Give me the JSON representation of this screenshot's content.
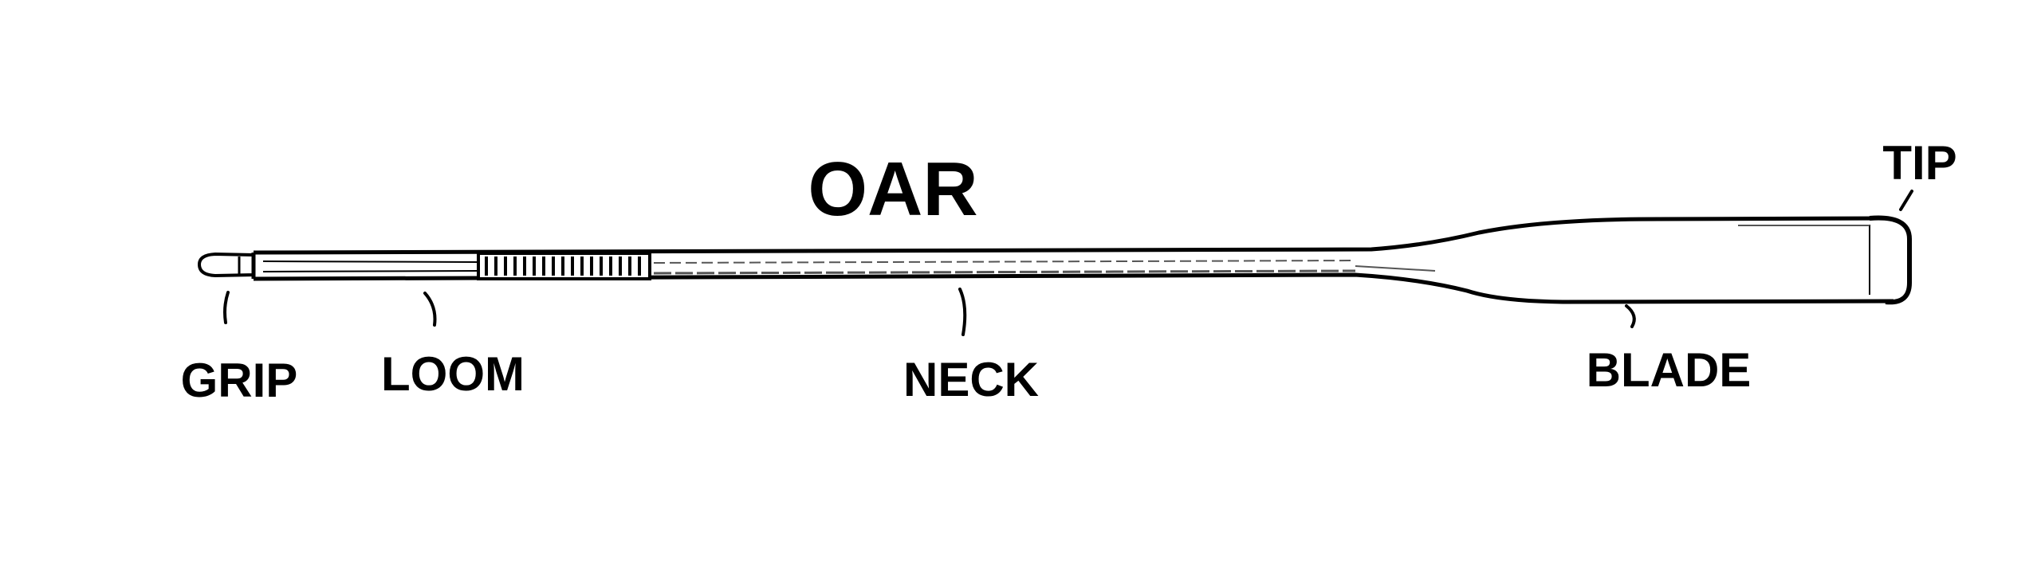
{
  "title": "OAR",
  "parts": {
    "grip": "GRIP",
    "loom": "LOOM",
    "neck": "NECK",
    "blade": "BLADE",
    "tip": "TIP"
  },
  "colors": {
    "ink": "#000000",
    "background": "#ffffff",
    "shading": "#555555"
  }
}
